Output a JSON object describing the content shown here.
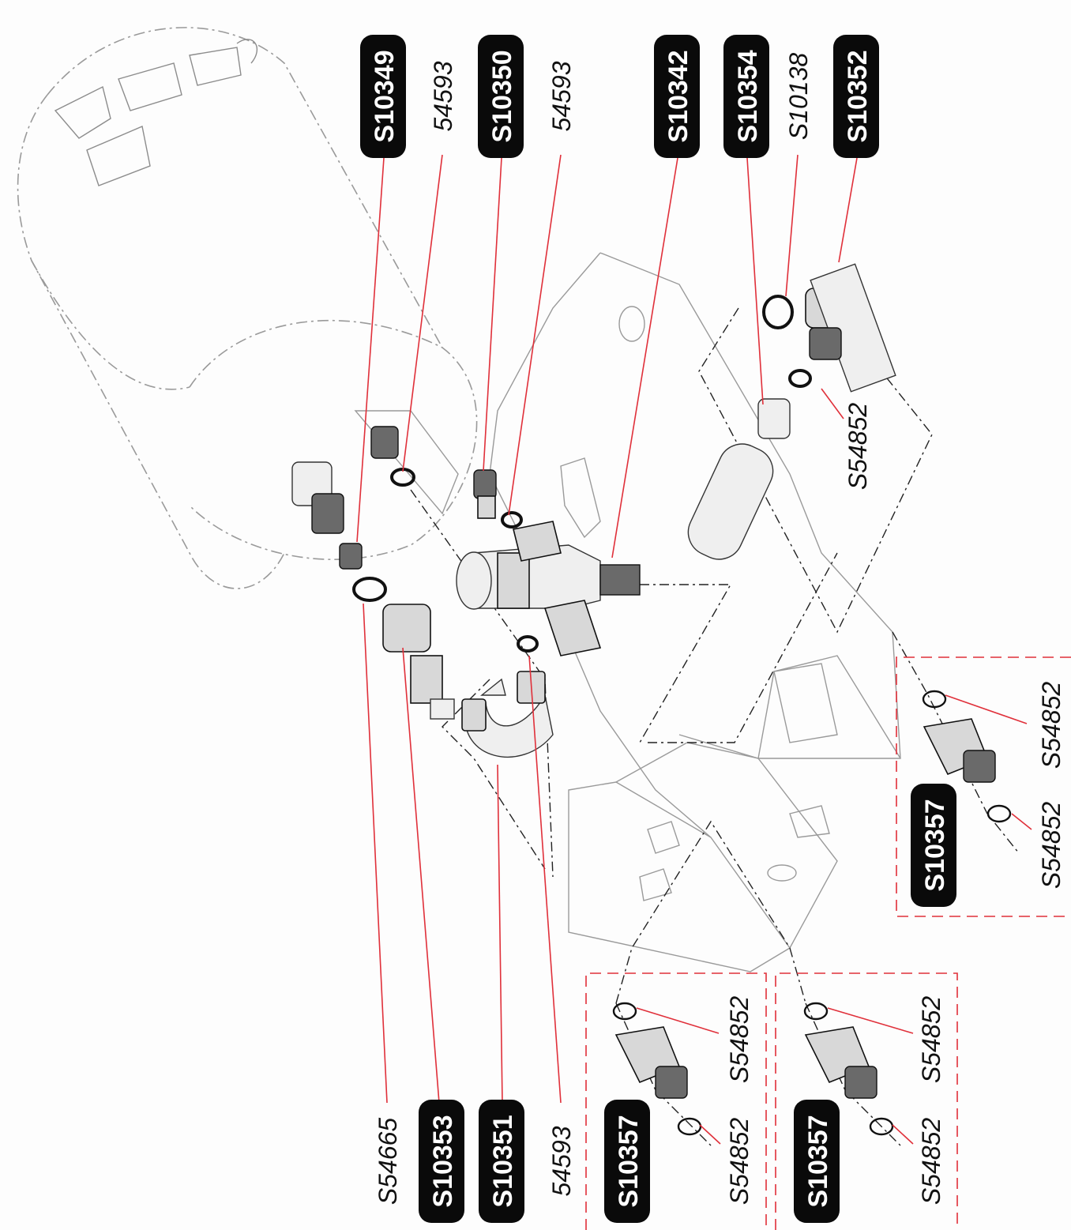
{
  "labels": {
    "top_s10349": "S10349",
    "top_54593_a": "54593",
    "top_s10350": "S10350",
    "top_54593_b": "54593",
    "top_s10342": "S10342",
    "top_s10354": "S10354",
    "top_s10138": "S10138",
    "top_s10352": "S10352",
    "mid_s54852": "S54852",
    "right_s54852_a": "S54852",
    "right_s54852_b": "S54852",
    "right_s10357": "S10357",
    "bot_s54665": "S54665",
    "bot_s10353": "S10353",
    "bot_s10351": "S10351",
    "bot_54593": "54593",
    "bot_left_s10357": "S10357",
    "bot_left_s54852_a": "S54852",
    "bot_left_s54852_b": "S54852",
    "bot_right_s10357": "S10357",
    "bot_right_s54852_a": "S54852",
    "bot_right_s54852_b": "S54852"
  },
  "colors": {
    "leader": "#e0303a",
    "label_box": "#0a0a0a",
    "label_text_boxed": "#ffffff",
    "label_text_plain": "#111111",
    "ghost_outline": "#9a9a9a"
  }
}
